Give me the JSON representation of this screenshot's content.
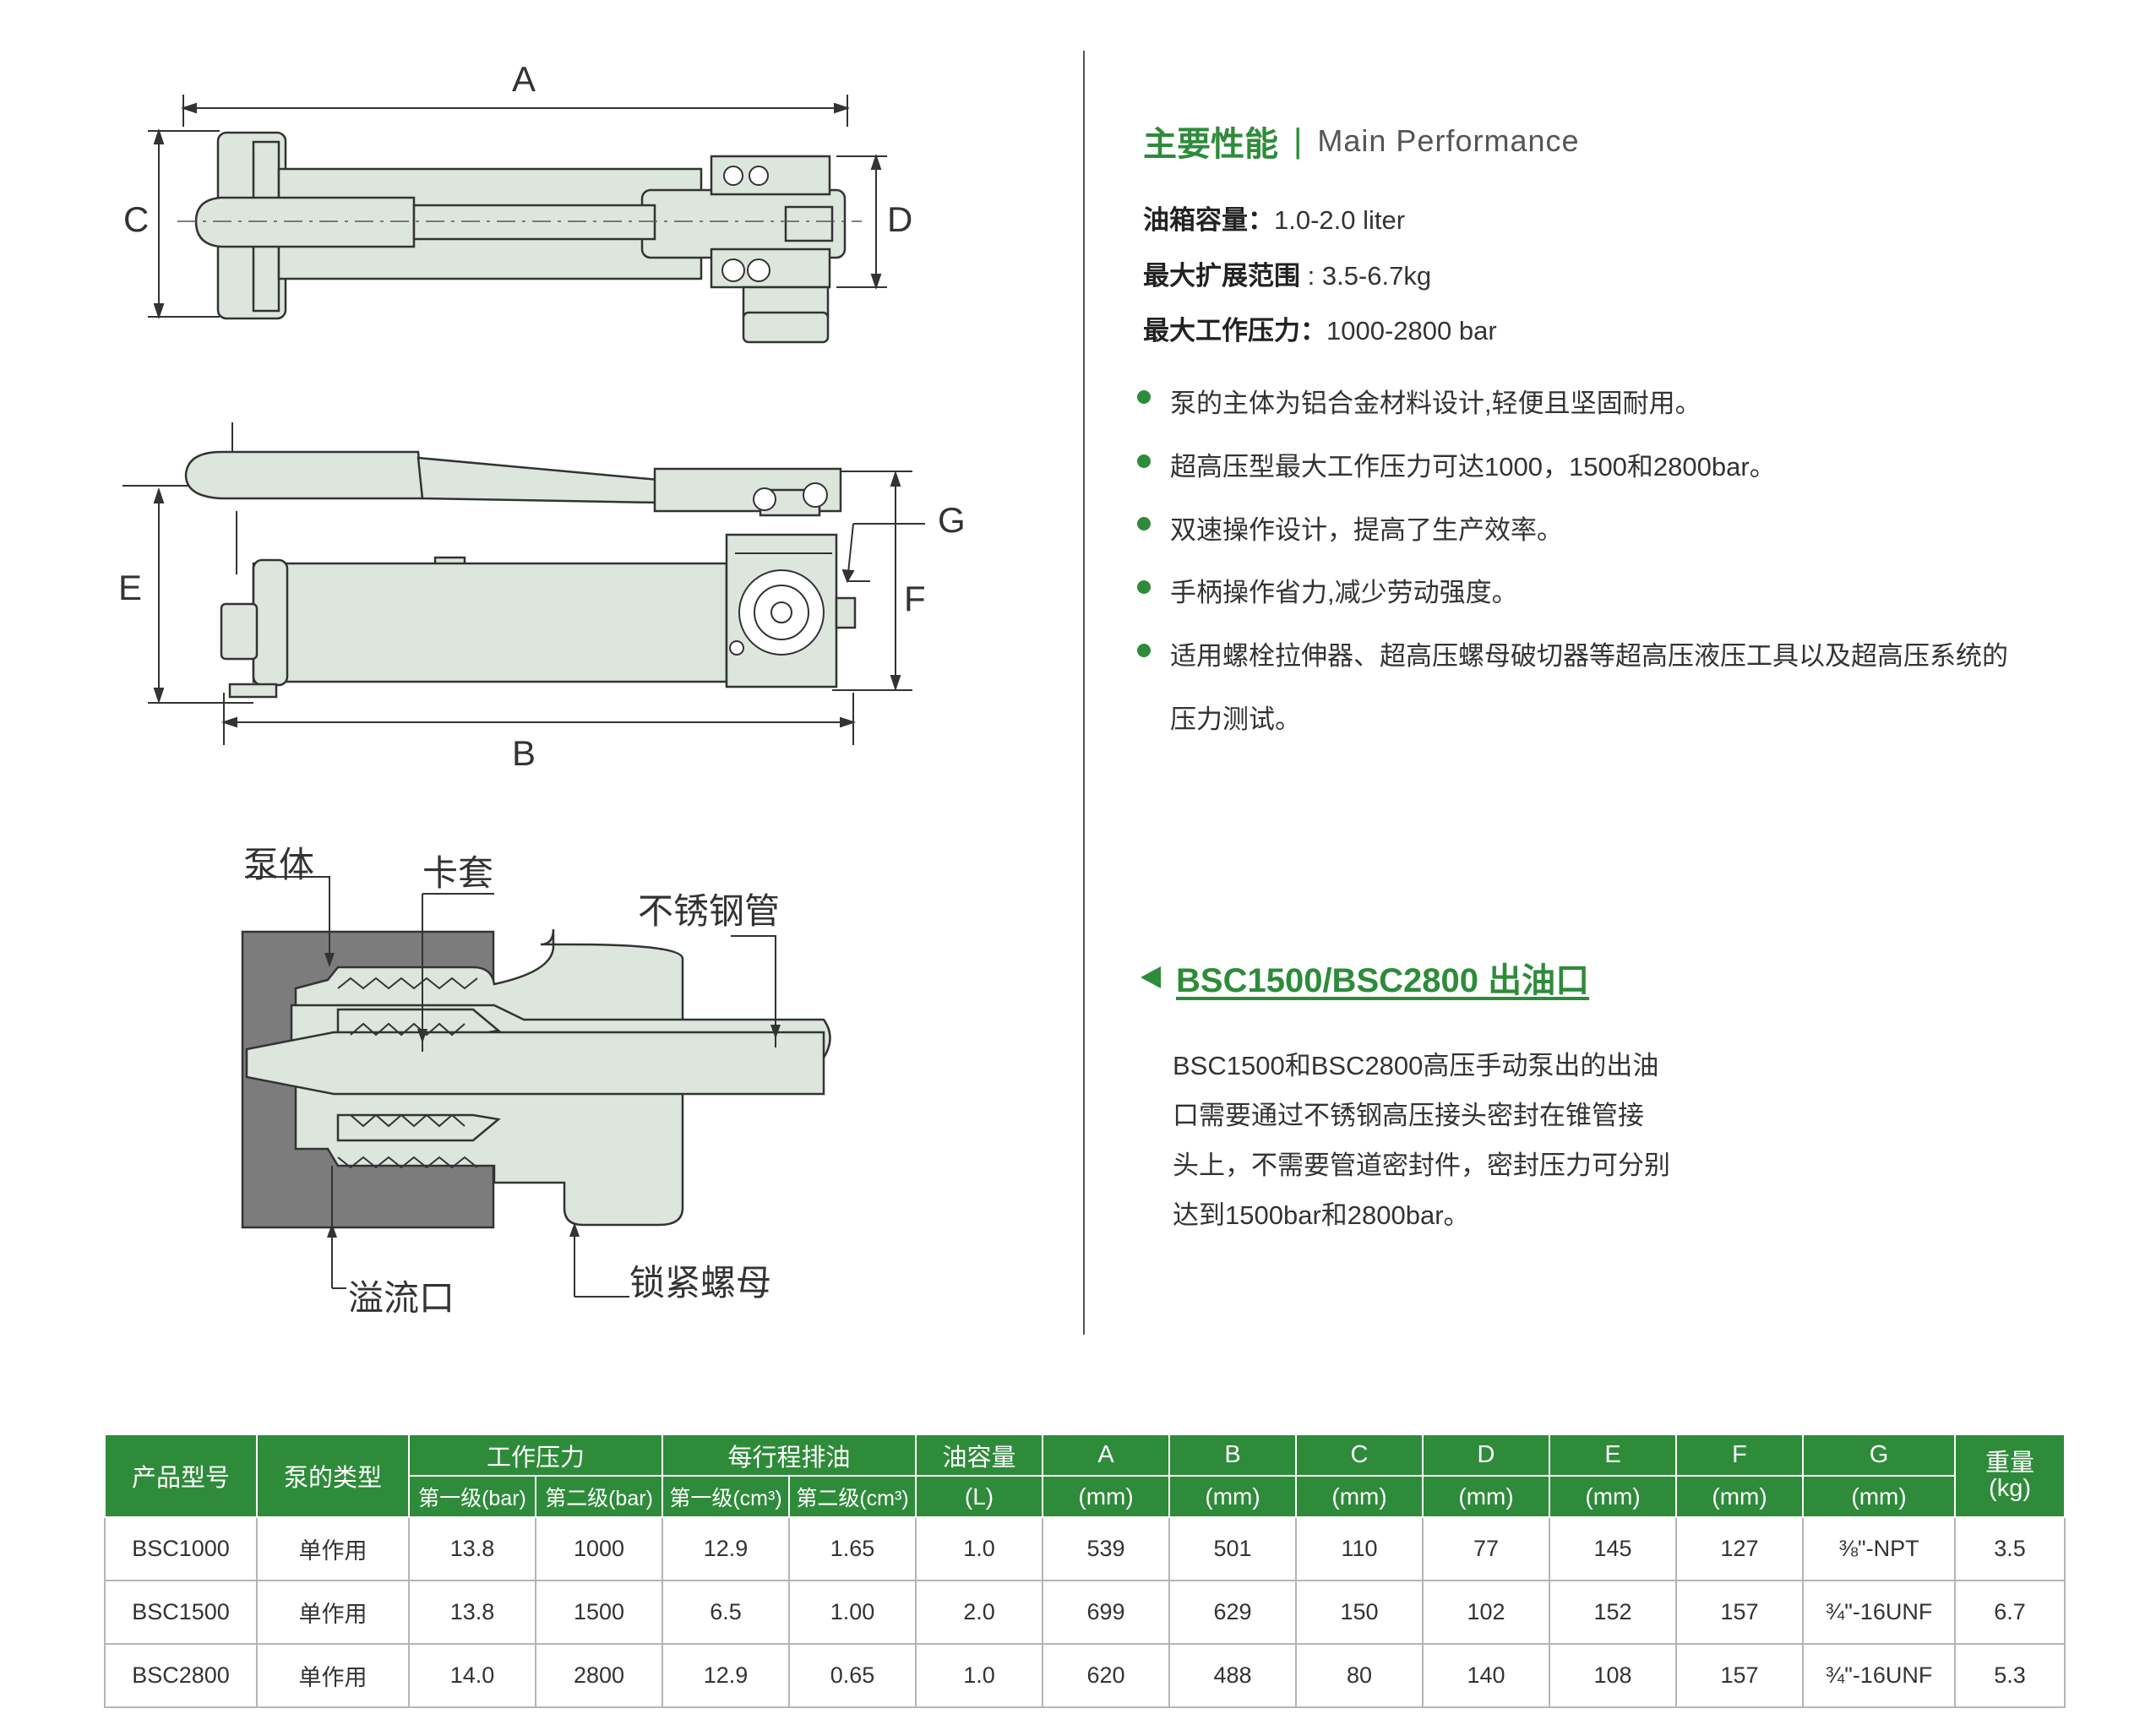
{
  "performance": {
    "title_cn": "主要性能",
    "separator": "|",
    "title_en": "Main Performance",
    "specs": [
      {
        "label": "油箱容量：",
        "value": "1.0-2.0 liter"
      },
      {
        "label": "最大扩展范围",
        "value": " : 3.5-6.7kg"
      },
      {
        "label": "最大工作压力：",
        "value": "1000-2800 bar"
      }
    ],
    "bullets": [
      "泵的主体为铝合金材料设计,轻便且坚固耐用。",
      "超高压型最大工作压力可达1000，1500和2800bar。",
      "双速操作设计，提高了生产效率。",
      "手柄操作省力,减少劳动强度。",
      "适用螺栓拉伸器、超高压螺母破切器等超高压液压工具以及超高压系统的",
      "压力测试。"
    ]
  },
  "outlet": {
    "title": "BSC1500/BSC2800 出油口",
    "lines": [
      "BSC1500和BSC2800高压手动泵出的出油",
      "口需要通过不锈钢高压接头密封在锥管接",
      "头上，不需要管道密封件，密封压力可分别",
      "达到1500bar和2800bar。"
    ]
  },
  "drawing": {
    "dims": [
      "A",
      "B",
      "C",
      "D",
      "E",
      "F",
      "G"
    ],
    "parts": [
      "泵体",
      "卡套",
      "不锈钢管",
      "溢流口",
      "锁紧螺母"
    ]
  },
  "table": {
    "header": {
      "model": "产品型号",
      "pump_type": "泵的类型",
      "working_pressure": "工作压力",
      "oil_per_stroke": "每行程排油",
      "oil_capacity": "油容量",
      "A": "A",
      "B": "B",
      "C": "C",
      "D": "D",
      "E": "E",
      "F": "F",
      "G": "G",
      "weight": "重量",
      "weight_unit": "(kg)",
      "stage1_bar": "第一级(bar)",
      "stage2_bar": "第二级(bar)",
      "stage1_cm3": "第一级(cm³)",
      "stage2_cm3": "第二级(cm³)",
      "unit_L": "(L)",
      "unit_mm": "(mm)"
    },
    "rows": [
      [
        "BSC1000",
        "单作用",
        "13.8",
        "1000",
        "12.9",
        "1.65",
        "1.0",
        "539",
        "501",
        "110",
        "77",
        "145",
        "127",
        "⅜\"-NPT",
        "3.5"
      ],
      [
        "BSC1500",
        "单作用",
        "13.8",
        "1500",
        "6.5",
        "1.00",
        "2.0",
        "699",
        "629",
        "150",
        "102",
        "152",
        "157",
        "¾\"-16UNF",
        "6.7"
      ],
      [
        "BSC2800",
        "单作用",
        "14.0",
        "2800",
        "12.9",
        "0.65",
        "1.0",
        "620",
        "488",
        "80",
        "140",
        "108",
        "157",
        "¾\"-16UNF",
        "5.3"
      ]
    ]
  },
  "colors": {
    "accent": "#2e8b3a",
    "part_fill": "#dde6dd",
    "body_fill": "#7c7c7c"
  }
}
